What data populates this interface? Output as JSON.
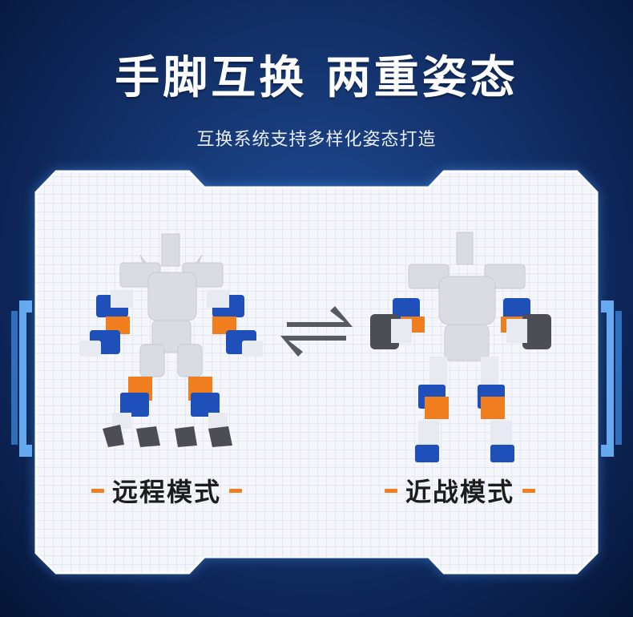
{
  "header": {
    "title": "手脚互换  两重姿态",
    "subtitle": "互换系统支持多样化姿态打造"
  },
  "modes": [
    {
      "label": "远程模式",
      "icon": "robot-ranged-mode"
    },
    {
      "label": "近战模式",
      "icon": "robot-melee-mode"
    }
  ],
  "swap_icon": "swap-arrows-icon",
  "colors": {
    "background": "#173a78",
    "accent_orange": "#f07d1e",
    "panel_bg": "#f4f6fb",
    "robot_blue": "#1f4fb8",
    "glow": "#4fa3ff"
  }
}
